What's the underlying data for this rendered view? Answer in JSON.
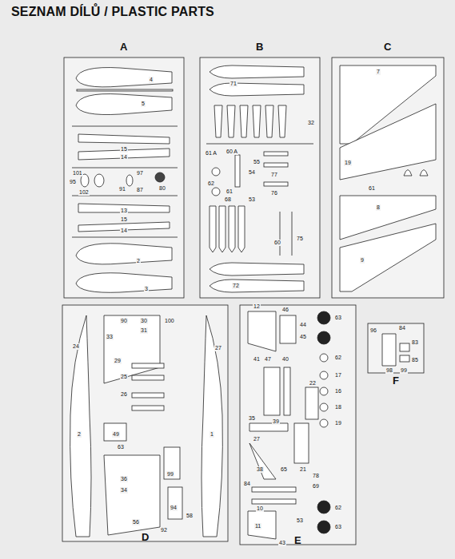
{
  "diagram": {
    "title": "SEZNAM DÍLŮ / PLASTIC PARTS",
    "nodes": [
      {
        "text": [
          "A"
        ]
      },
      {
        "text": [
          "B"
        ]
      },
      {
        "text": [
          "C"
        ]
      },
      {
        "text": [
          "D"
        ]
      },
      {
        "text": [
          "E"
        ]
      },
      {
        "text": [
          "F"
        ]
      }
    ],
    "labels": [
      "4",
      "5",
      "15",
      "14",
      "101",
      "95",
      "102",
      "91",
      "97",
      "87",
      "80",
      "13",
      "15",
      "14",
      "2",
      "3",
      "71",
      "32",
      "61 A",
      "60 A",
      "55",
      "54",
      "62",
      "61",
      "77",
      "76",
      "68",
      "53",
      "75",
      "60",
      "72",
      "7",
      "19",
      "61",
      "8",
      "9",
      "24",
      "90",
      "30",
      "31",
      "100",
      "27",
      "33",
      "29",
      "25",
      "26",
      "49",
      "2",
      "1",
      "63",
      "36",
      "34",
      "99",
      "94",
      "56",
      "92",
      "58",
      "12",
      "46",
      "44",
      "45",
      "63",
      "47",
      "41",
      "40",
      "62",
      "17",
      "16",
      "22",
      "35",
      "39",
      "21",
      "27",
      "18",
      "19",
      "65",
      "78",
      "84",
      "38",
      "69",
      "10",
      "11",
      "53",
      "43",
      "62",
      "63",
      "96",
      "84",
      "83",
      "85",
      "98",
      "99"
    ]
  }
}
